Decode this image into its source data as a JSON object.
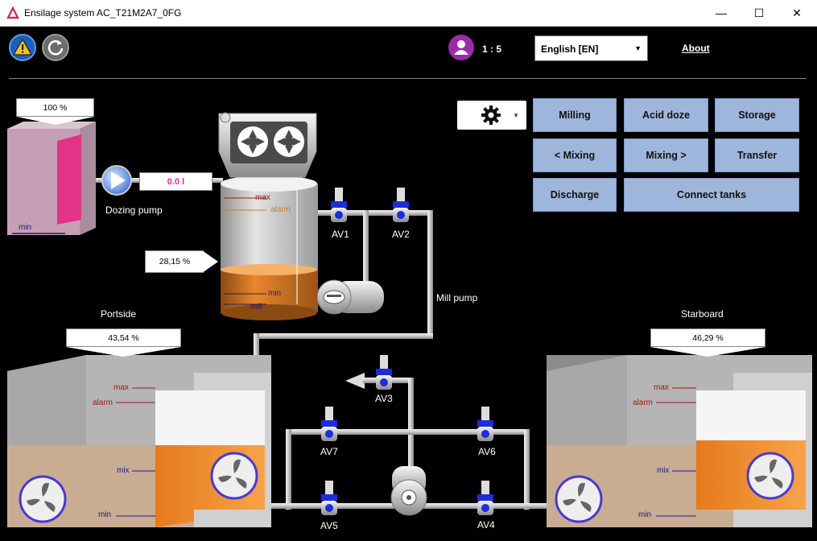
{
  "window": {
    "title": "Ensilage system AC_T21M2A7_0FG",
    "minimize": "—",
    "maximize": "☐",
    "close": "✕"
  },
  "header": {
    "user_count": "1 : 5",
    "language": "English [EN]",
    "about": "About"
  },
  "buttons": {
    "milling": "Milling",
    "acid_doze": "Acid doze",
    "storage": "Storage",
    "mixing_left": "< Mixing",
    "mixing_right": "Mixing >",
    "transfer": "Transfer",
    "discharge": "Discharge",
    "connect_tanks": "Connect tanks"
  },
  "acid_tank": {
    "level_text": "100 %",
    "level": 1.0,
    "min_label": "min"
  },
  "dozing_pump": {
    "label": "Dozing pump",
    "flow_text": "0.0 l"
  },
  "mill_tank": {
    "level_text": "28,15 %",
    "level": 0.2815,
    "max_label": "max",
    "alarm_label": "alarm",
    "min_label": "min",
    "mill_label": "mill"
  },
  "mill_pump": {
    "label": "Mill pump"
  },
  "portside": {
    "name": "Portside",
    "level_text": "43,54 %",
    "level": 0.4354,
    "max_label": "max",
    "alarm_label": "alarm",
    "mix_label": "mix",
    "min_label": "min"
  },
  "starboard": {
    "name": "Starboard",
    "level_text": "46,29 %",
    "level": 0.4629,
    "max_label": "max",
    "alarm_label": "alarm",
    "mix_label": "mix",
    "min_label": "min"
  },
  "valves": {
    "av1": "AV1",
    "av2": "AV2",
    "av3": "AV3",
    "av4": "AV4",
    "av5": "AV5",
    "av6": "AV6",
    "av7": "AV7"
  },
  "colors": {
    "button": "#9fb6dc",
    "valve": "#1a2fd6",
    "fill_orange": "#f08a24",
    "acid_pink": "#e8308f",
    "alarm": "#d87a1e",
    "max": "#a01818",
    "min": "#1a1a8a"
  },
  "icons": {
    "warning": "warning-icon",
    "refresh": "refresh-icon",
    "user": "user-icon",
    "gear": "gear-icon"
  }
}
